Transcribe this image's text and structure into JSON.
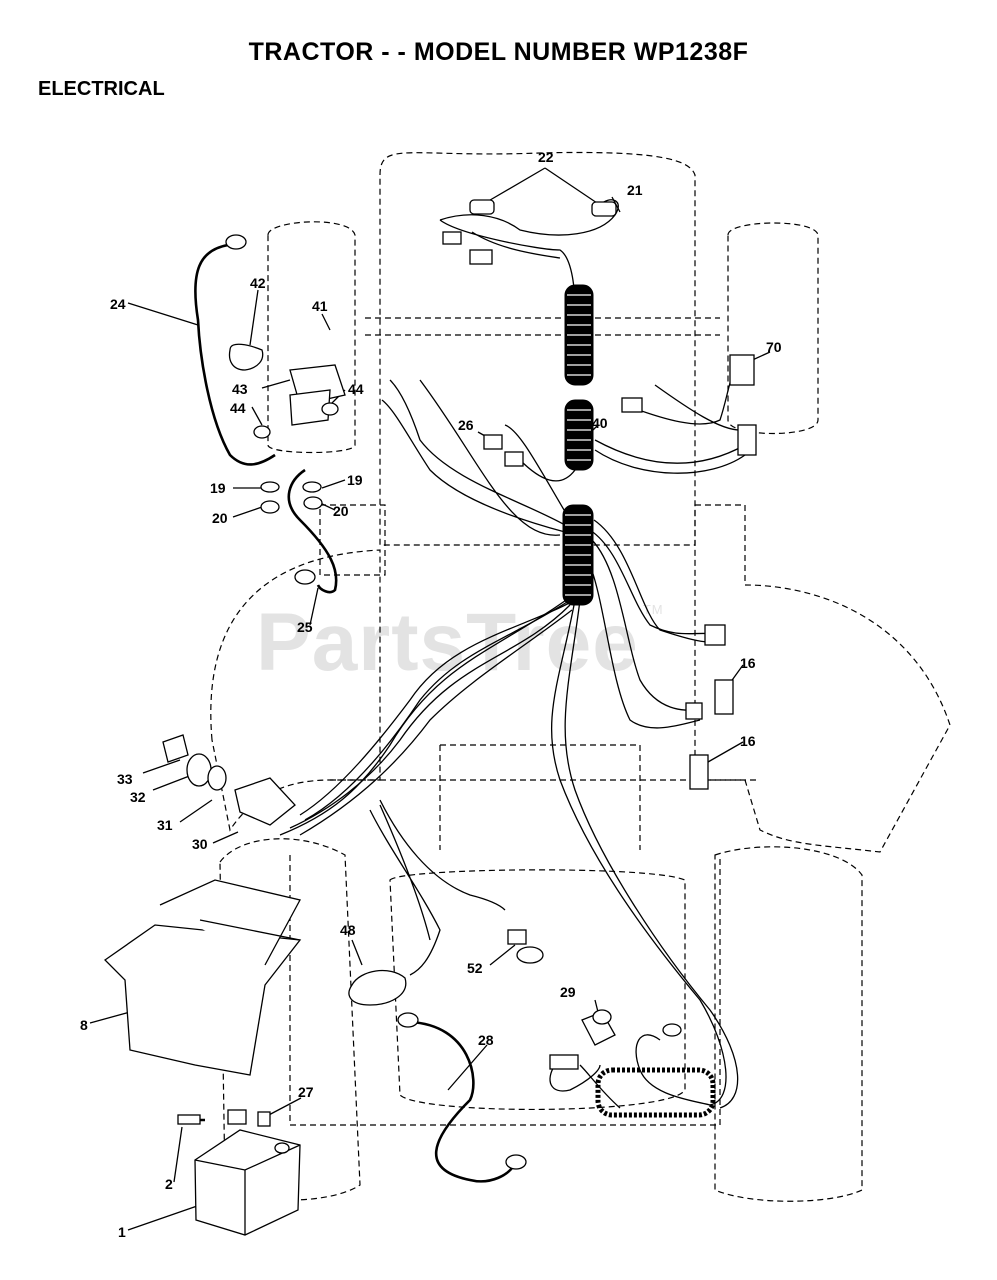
{
  "header": {
    "title": "TRACTOR - - MODEL NUMBER WP1238F",
    "section": "ELECTRICAL"
  },
  "watermark": {
    "text": "PartsTree",
    "mark": "TM"
  },
  "callouts": {
    "c22": "22",
    "c21": "21",
    "c42": "42",
    "c41": "41",
    "c24": "24",
    "c70": "70",
    "c43": "43",
    "c44a": "44",
    "c44b": "44",
    "c26": "26",
    "c40": "40",
    "c19a": "19",
    "c19b": "19",
    "c20a": "20",
    "c20b": "20",
    "c25": "25",
    "c16a": "16",
    "c16b": "16",
    "c33": "33",
    "c32": "32",
    "c31": "31",
    "c30": "30",
    "c48": "48",
    "c52": "52",
    "c8": "8",
    "c29": "29",
    "c28": "28",
    "c27": "27",
    "c2": "2",
    "c1": "1"
  }
}
